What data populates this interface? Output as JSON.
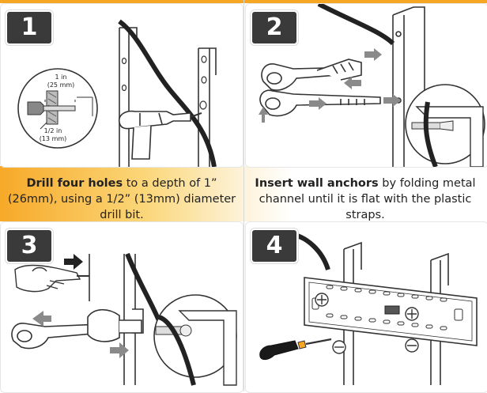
{
  "steps": [
    {
      "number": "1",
      "caption_bold": "Drill four holes",
      "caption_rest": " to a depth of 1” (26mm), using a 1/2” (13mm) diameter drill bit.",
      "callout": {
        "depth_in": "1 in",
        "depth_mm": "(25 mm)",
        "dia_in": "1/2 in",
        "dia_mm": "(13 mm)"
      }
    },
    {
      "number": "2",
      "caption_bold": "Insert wall anchors",
      "caption_rest": " by folding metal channel until it is flat with the plastic straps."
    },
    {
      "number": "3"
    },
    {
      "number": "4"
    }
  ],
  "colors": {
    "accent": "#f5a623",
    "badge": "#3a3a3a",
    "arrow": "#8a8a8a",
    "line": "#333333",
    "screwdriver_handle": "#1a1a1a"
  }
}
